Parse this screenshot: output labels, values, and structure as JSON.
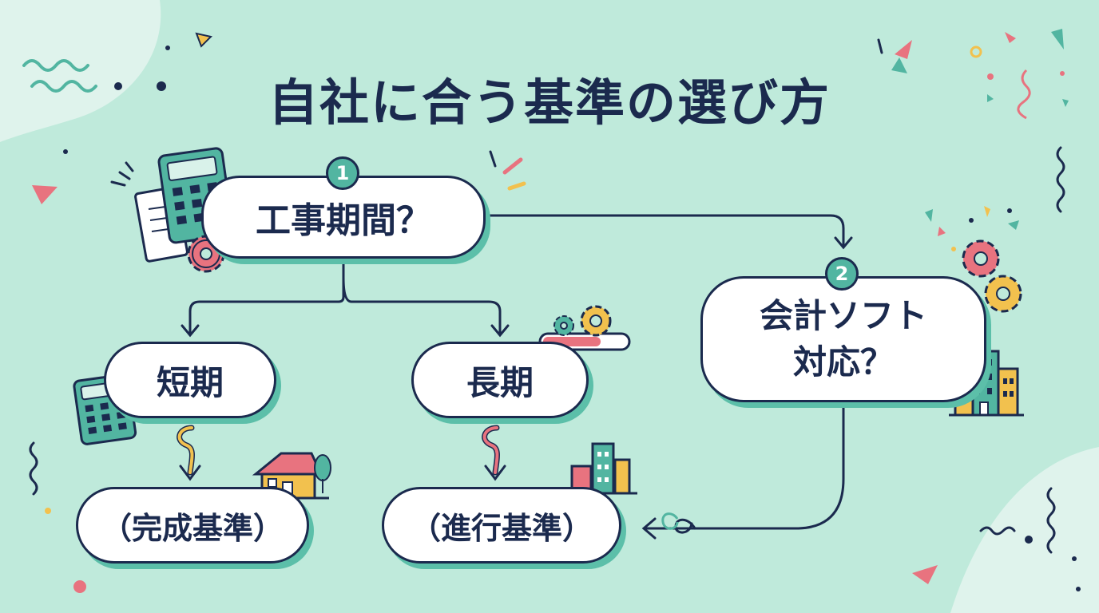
{
  "title": "自社に合う基準の選び方",
  "nodes": {
    "question1": {
      "badge": "1",
      "label": "工事期間？"
    },
    "short": {
      "label": "短期"
    },
    "long": {
      "label": "長期"
    },
    "question2": {
      "badge": "2",
      "line1": "会計ソフト",
      "line2": "対応？"
    },
    "result_short": {
      "label": "（完成基準）"
    },
    "result_long": {
      "label": "（進行基準）"
    }
  },
  "colors": {
    "background": "#bfeadb",
    "navy": "#1b2a4e",
    "teal": "#52b5a1",
    "pink": "#e8737f",
    "yellow": "#f2c14e"
  },
  "icons": [
    "calculator-icon",
    "document-icon",
    "gear-icon",
    "house-icon",
    "building-icon",
    "progress-bar-icon",
    "sparkle-icon",
    "squiggle-icon"
  ]
}
